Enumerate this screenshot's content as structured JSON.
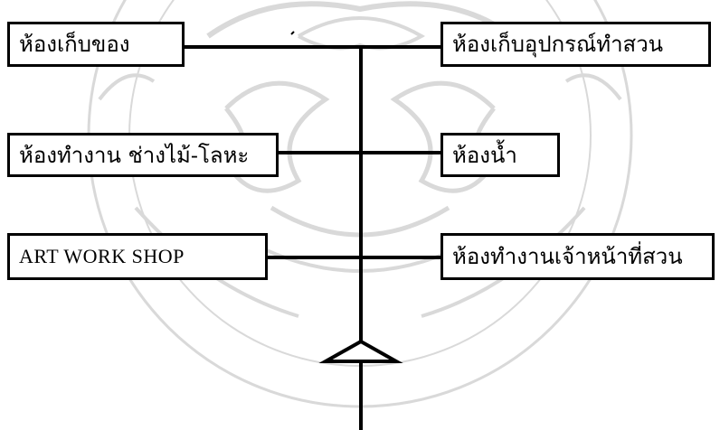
{
  "boxes": {
    "storage": "ห้องเก็บของ",
    "garden_tools": "ห้องเก็บอุปกรณ์ทำสวน",
    "workshop": "ห้องทำงาน ช่างไม้-โลหะ",
    "bathroom": "ห้องน้ำ",
    "artwork": "ART WORK SHOP",
    "garden_office": "ห้องทำงานเจ้าหน้าที่สวน"
  },
  "colors": {
    "ink": "#000000",
    "background": "#ffffff",
    "watermark": "#d6d6d6"
  },
  "icons": {
    "entrance": "entrance-triangle-icon",
    "watermark": "university-seal-watermark"
  }
}
